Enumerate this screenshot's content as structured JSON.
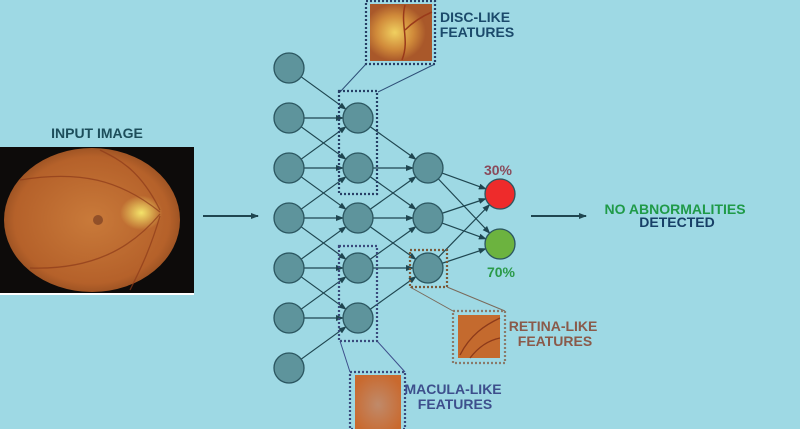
{
  "input_label": "INPUT IMAGE",
  "disc_label": [
    "DISC-LIKE",
    "FEATURES"
  ],
  "retina_label": [
    "RETINA-LIKE",
    "FEATURES"
  ],
  "macula_label": [
    "MACULA-LIKE",
    "FEATURES"
  ],
  "output_abnormal_pct": "30%",
  "output_normal_pct": "70%",
  "result": [
    "NO ABNORMALITIES",
    "DETECTED"
  ],
  "colors": {
    "background": "#9ed9e4",
    "node": "#5e949c",
    "node_stroke": "#2b5660",
    "abnormal": "#ee2b2b",
    "normal": "#6cb33f",
    "disc_text": "#1b4a6b",
    "retina_text": "#8a5a4a",
    "macula_text": "#3d4f8c",
    "result_green": "#1f9a48",
    "result_dark": "#173f66"
  }
}
